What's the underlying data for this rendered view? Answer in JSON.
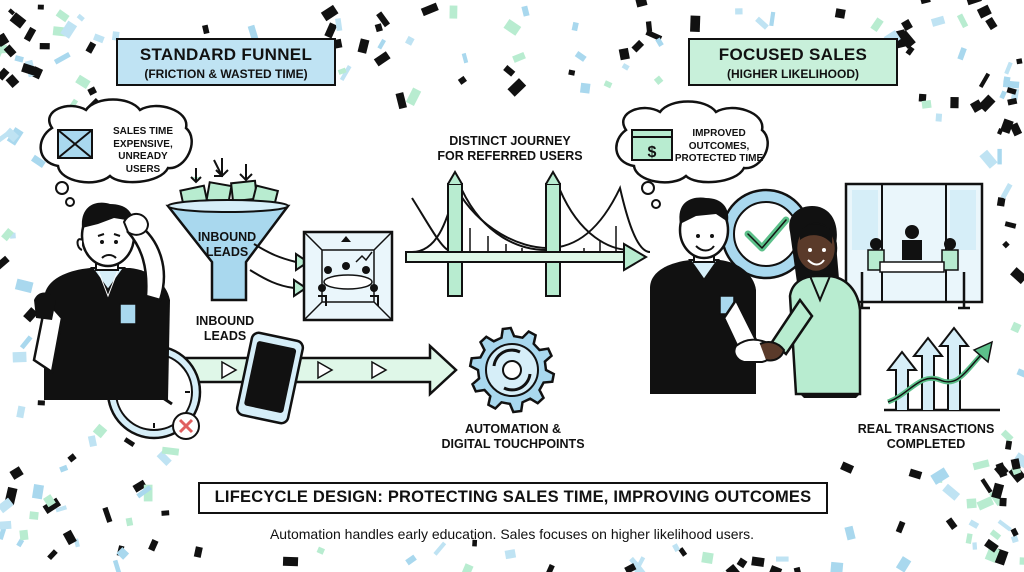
{
  "left_banner": {
    "title": "STANDARD FUNNEL",
    "subtitle": "(FRICTION & WASTED TIME)"
  },
  "right_banner": {
    "title": "FOCUSED SALES",
    "subtitle": "(HIGHER LIKELIHOOD)"
  },
  "left_thought": {
    "lines": [
      "SALES TIME",
      "EXPENSIVE,",
      "UNREADY USERS"
    ]
  },
  "right_thought": {
    "lines": [
      "IMPROVED",
      "OUTCOMES,",
      "PROTECTED TIME"
    ]
  },
  "funnel_label": {
    "lines": [
      "INBOUND",
      "LEADS"
    ]
  },
  "inbound_label": {
    "lines": [
      "INBOUND",
      "LEADS"
    ]
  },
  "journey_label": {
    "lines": [
      "DISTINCT JOURNEY",
      "FOR REFERRED USERS"
    ]
  },
  "automation_label": {
    "lines": [
      "AUTOMATION &",
      "DIGITAL TOUCHPOINTS"
    ]
  },
  "transactions_label": {
    "lines": [
      "REAL TRANSACTIONS",
      "COMPLETED"
    ]
  },
  "bottom": {
    "title": "LIFECYCLE DESIGN: PROTECTING SALES TIME, IMPROVING OUTCOMES",
    "subtitle": "Automation handles early education. Sales focuses on higher likelihood users."
  },
  "palette": {
    "blue": "#a9d8ee",
    "light_blue": "#d6eef8",
    "green": "#b8ecd0",
    "light_green": "#dff7e8",
    "red": "#e06060",
    "ink": "#111111"
  },
  "icons": [
    "crossed-box-icon",
    "dollar-screen-icon",
    "clock-icon",
    "x-circle-icon",
    "phone-icon",
    "gear-icon",
    "check-badge-icon",
    "growth-arrows-icon",
    "funnel-icon",
    "bridge-icon"
  ]
}
